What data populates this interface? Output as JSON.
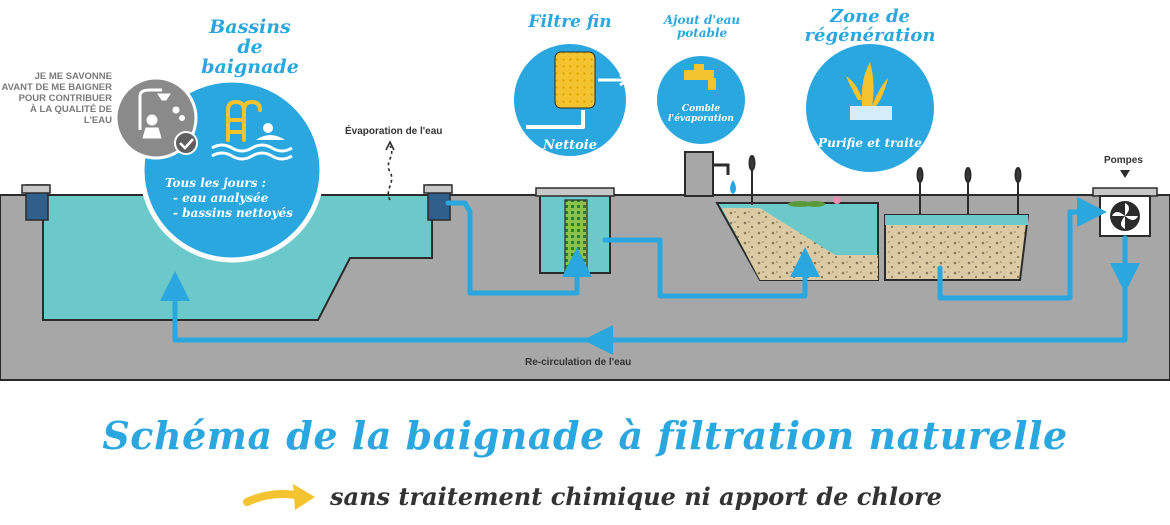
{
  "colors": {
    "accent_blue": "#2aa7df",
    "water": "#6cc9c9",
    "ground": "#a9a9a9",
    "gravel": "#d9c9a6",
    "yellow": "#f4c430",
    "text_dark": "#333333"
  },
  "sections": {
    "bathing": {
      "title_line1": "Bassins",
      "title_line2": "de baignade"
    },
    "filter": {
      "title": "Filtre fin",
      "caption": "Nettoie"
    },
    "potable": {
      "title_line1": "Ajout d'eau",
      "title_line2": "potable",
      "caption_line1": "Comble",
      "caption_line2": "l'évaporation"
    },
    "regeneration": {
      "title_line1": "Zone de",
      "title_line2": "régénération",
      "caption": "Purifie et traite"
    }
  },
  "bathing_circle": {
    "line1": "Tous les jours :",
    "line2": "- eau analysée",
    "line3": "- bassins nettoyés"
  },
  "shower_note": {
    "line1": "JE ME SAVONNE",
    "line2": "AVANT DE ME BAIGNER",
    "line3": "POUR CONTRIBUER",
    "line4": "À LA QUALITÉ DE L'EAU"
  },
  "labels": {
    "evaporation": "Évaporation de l'eau",
    "pumps": "Pompes",
    "recirculation": "Re-circulation de l'eau"
  },
  "footer": {
    "title": "Schéma de la baignade à filtration naturelle",
    "subtitle": "sans traitement chimique ni apport de chlore"
  },
  "icons": [
    "shower-icon",
    "pool-ladder-icon",
    "swimmer-icon",
    "filter-cartridge-icon",
    "faucet-icon",
    "plant-icon",
    "pump-fan-icon",
    "checkmark-icon"
  ]
}
